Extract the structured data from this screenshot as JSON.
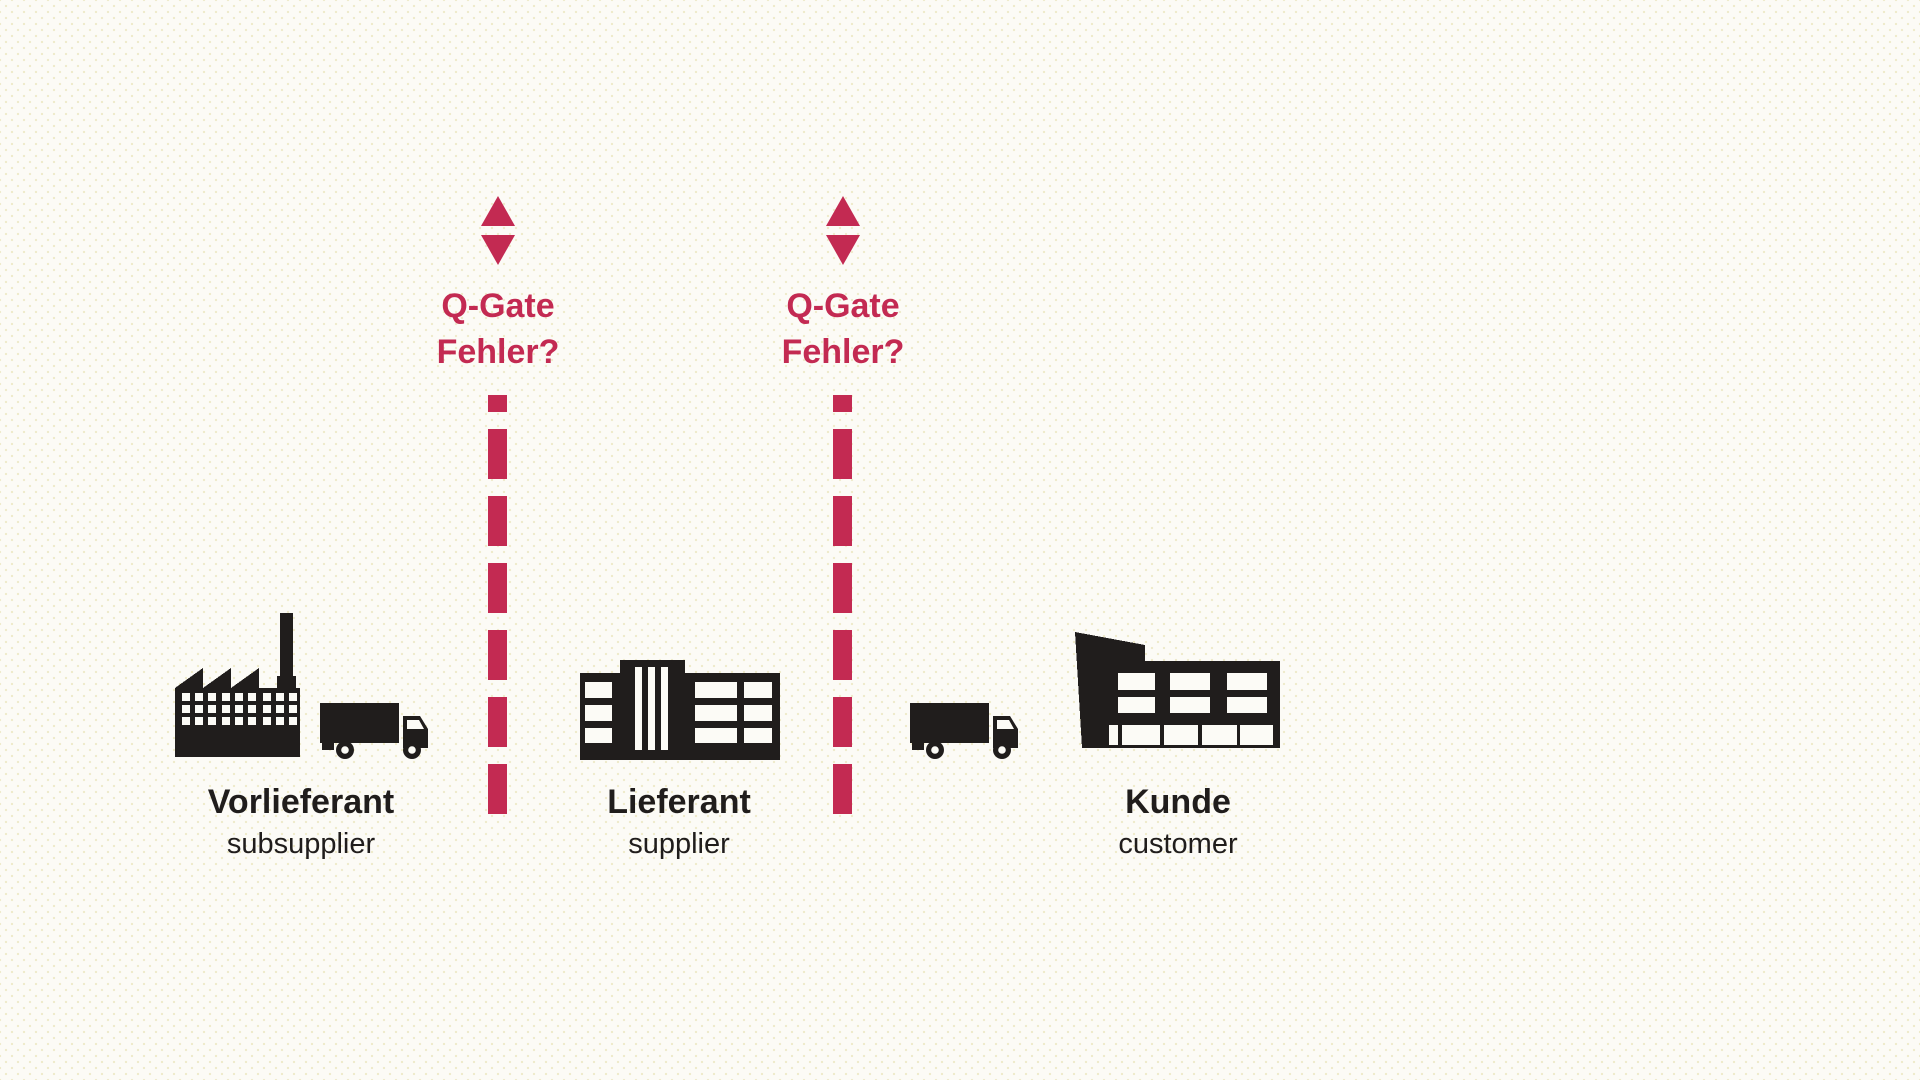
{
  "colors": {
    "accent_crimson": "#c32a52",
    "icon_ink": "#201d1c",
    "background": "#fcfbf6"
  },
  "qgates": [
    {
      "line1": "Q-Gate",
      "line2": "Fehler?"
    },
    {
      "line1": "Q-Gate",
      "line2": "Fehler?"
    }
  ],
  "entities": [
    {
      "title": "Vorlieferant",
      "subtitle": "subsupplier",
      "icons": [
        "factory-icon",
        "delivery-truck-icon"
      ]
    },
    {
      "title": "Lieferant",
      "subtitle": "supplier",
      "icons": [
        "office-building-icon"
      ]
    },
    {
      "title": "Kunde",
      "subtitle": "customer",
      "icons": [
        "delivery-truck-icon",
        "company-building-icon"
      ]
    }
  ]
}
